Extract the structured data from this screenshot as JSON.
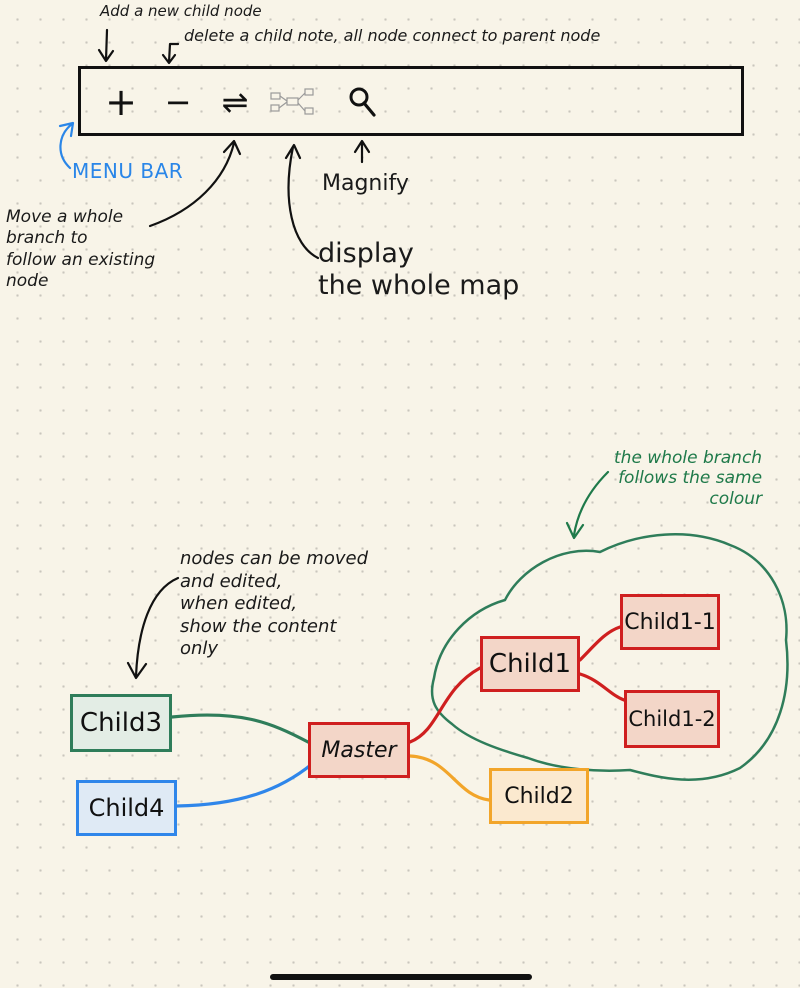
{
  "annotations": {
    "add_child": "Add a new child node",
    "delete_child": "delete a child note, all node connect to parent node",
    "menu_bar": "MENU BAR",
    "move_branch": "Move a whole\nbranch to\nfollow an existing\nnode",
    "magnify": "Magnify",
    "display_map": "display\nthe whole map",
    "nodes_moved": "nodes can be moved\nand edited,\nwhen edited,\nshow the content\nonly",
    "branch_colour": "the whole branch\nfollows the same\ncolour"
  },
  "menu": {
    "add_symbol": "+",
    "delete_symbol": "−",
    "move_symbol": "⇌",
    "magnify_symbol": "⚲"
  },
  "nodes": {
    "master": "Master",
    "child1": "Child1",
    "child1_1": "Child1-1",
    "child1_2": "Child1-2",
    "child2": "Child2",
    "child3": "Child3",
    "child4": "Child4"
  },
  "colors": {
    "ink": "#111111",
    "menu_label": "#2a86e8",
    "branch_annotation": "#1f7a4a",
    "red_branch": "#cf1f1f",
    "red_fill": "#f3d6c8",
    "orange_branch": "#f2a52a",
    "orange_fill": "#fbe9cf",
    "green_branch": "#2f7d5a",
    "green_fill": "#e3ede5",
    "blue_branch": "#2f86ea",
    "blue_fill": "#dfeaf5"
  }
}
